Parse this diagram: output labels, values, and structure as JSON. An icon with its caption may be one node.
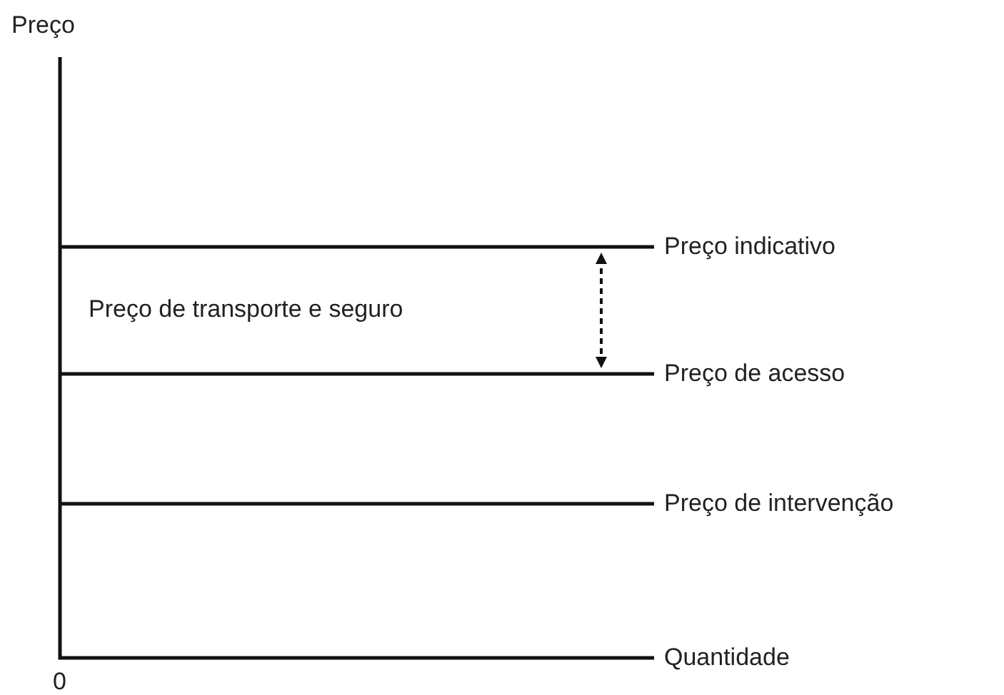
{
  "diagram": {
    "labels": [
      "Preço",
      "Preço indicativo",
      "Preço de transporte e seguro",
      "Preço de acesso",
      "Preço de intervenção",
      "0",
      "Quantidade"
    ]
  }
}
